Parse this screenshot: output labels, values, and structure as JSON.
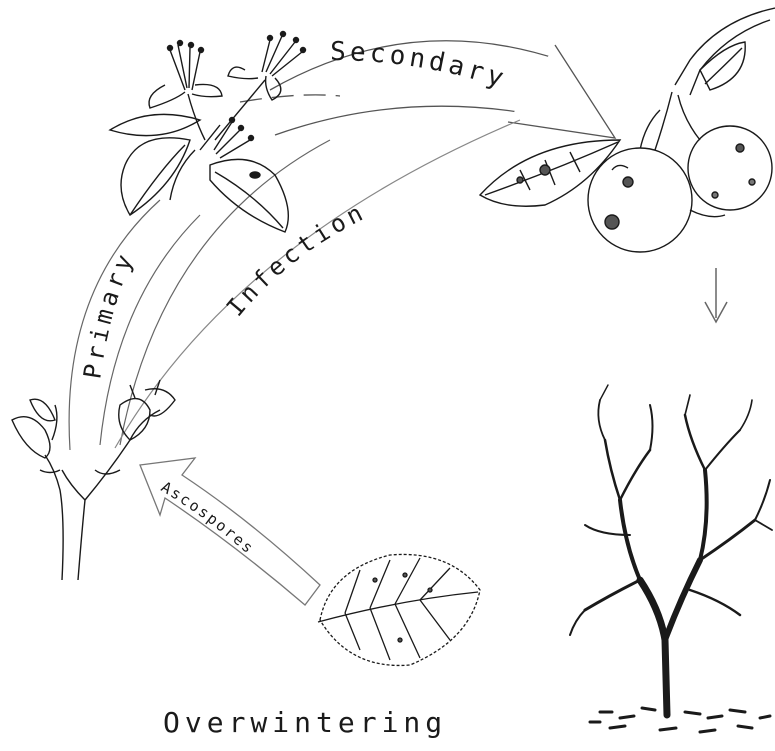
{
  "labels": {
    "secondary": "Secondary",
    "primary": "Primary",
    "infection": "Infection",
    "ascospores": "Ascospores",
    "overwintering": "Overwintering"
  },
  "colors": {
    "ink": "#1a1a1a",
    "arrow_outline": "#555555",
    "arrow_fill": "#ffffff",
    "background": "#ffffff"
  },
  "icons": [
    "blossom-cluster-icon",
    "apple-fruit-branch-icon",
    "bare-tree-icon",
    "bud-twig-icon",
    "fallen-leaf-icon"
  ]
}
